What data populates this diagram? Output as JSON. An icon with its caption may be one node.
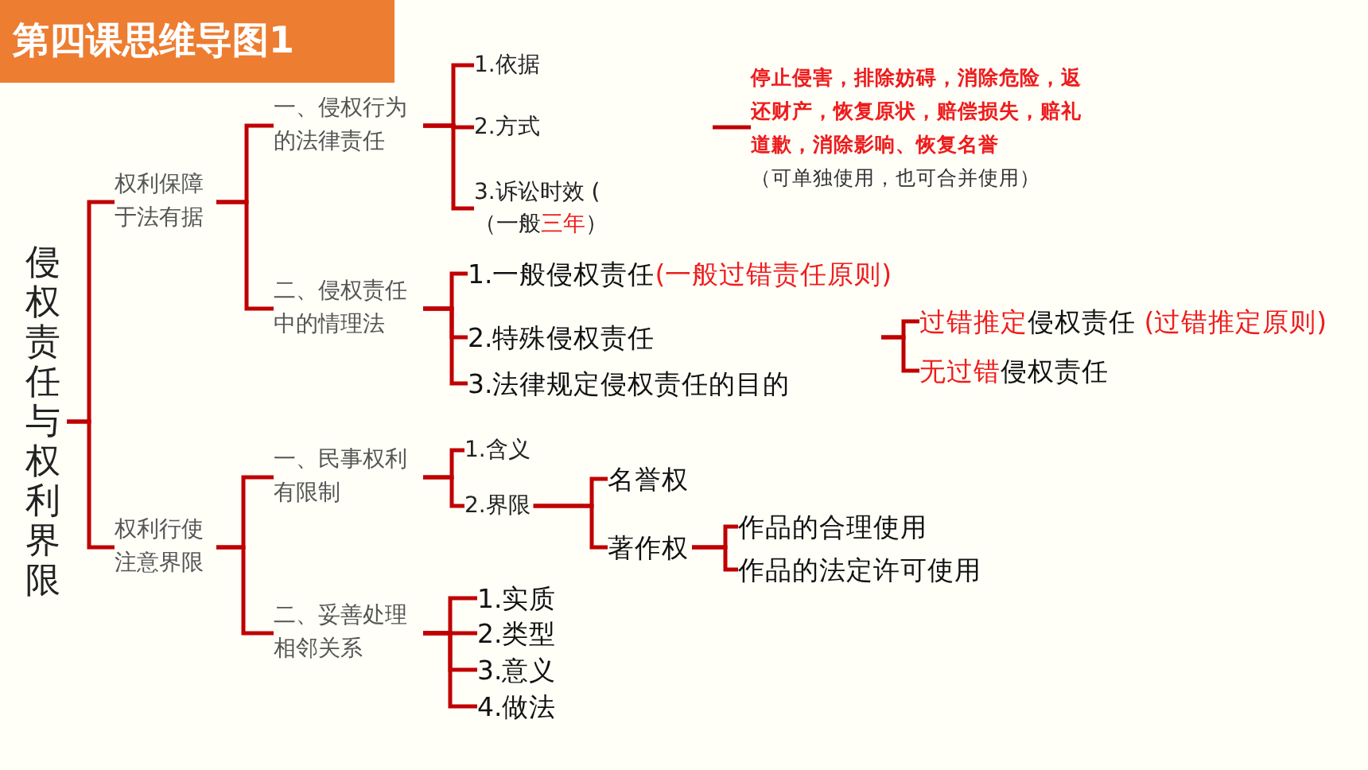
{
  "diagram": {
    "title": "第四课思维导图1",
    "nodes": [
      {
        "text": [
          "侵权责任与权利界限"
        ]
      },
      {
        "text": [
          "权利保障于法有据"
        ]
      },
      {
        "text": [
          "一、侵权行为的法律责任"
        ]
      },
      {
        "text": [
          "1.依据"
        ]
      },
      {
        "text": [
          "2.方式"
        ]
      },
      {
        "text": [
          "3.诉讼时效 ( （一般**三年**）"
        ]
      },
      {
        "text": [
          "停止侵害，排除妨碍，消除危险，返还财产，恢复原状，赔偿损失，赔礼道歉，消除影响、恢复名誉",
          "（可单独使用，也可合并使用）"
        ]
      },
      {
        "text": [
          "二、侵权责任中的情理法"
        ]
      },
      {
        "text": [
          "1.一般侵权责任**(一般过错责任原则)**"
        ]
      },
      {
        "text": [
          "2.特殊侵权责任"
        ]
      },
      {
        "text": [
          "3.法律规定侵权责任的目的"
        ]
      },
      {
        "text": [
          "**过错推定**侵权责任 **(过错推定原则)**"
        ]
      },
      {
        "text": [
          "**无过错**侵权责任"
        ]
      },
      {
        "text": [
          "权利行使注意界限"
        ]
      },
      {
        "text": [
          "一、民事权利有限制"
        ]
      },
      {
        "text": [
          "1.含义"
        ]
      },
      {
        "text": [
          "2.界限"
        ]
      },
      {
        "text": [
          "名誉权"
        ]
      },
      {
        "text": [
          "著作权"
        ]
      },
      {
        "text": [
          "作品的合理使用"
        ]
      },
      {
        "text": [
          "作品的法定许可使用"
        ]
      },
      {
        "text": [
          "二、妥善处理相邻关系"
        ]
      },
      {
        "text": [
          "1.实质"
        ]
      },
      {
        "text": [
          "2.类型"
        ]
      },
      {
        "text": [
          "3.意义"
        ]
      },
      {
        "text": [
          "4.做法"
        ]
      }
    ],
    "edges": [
      {
        "from": 0,
        "to": 1,
        "arrow": "none"
      },
      {
        "from": 0,
        "to": 13,
        "arrow": "none"
      },
      {
        "from": 1,
        "to": 2,
        "arrow": "none"
      },
      {
        "from": 1,
        "to": 7,
        "arrow": "none"
      },
      {
        "from": 2,
        "to": 3,
        "arrow": "none"
      },
      {
        "from": 2,
        "to": 4,
        "arrow": "none"
      },
      {
        "from": 2,
        "to": 5,
        "arrow": "none"
      },
      {
        "from": null,
        "to": 6,
        "arrow": "none"
      },
      {
        "from": 7,
        "to": 8,
        "arrow": "none"
      },
      {
        "from": 7,
        "to": 9,
        "arrow": "none"
      },
      {
        "from": 7,
        "to": 10,
        "arrow": "none"
      },
      {
        "from": null,
        "to": 11,
        "arrow": "none"
      },
      {
        "from": null,
        "to": 12,
        "arrow": "none"
      },
      {
        "from": 13,
        "to": 14,
        "arrow": "none"
      },
      {
        "from": 13,
        "to": 21,
        "arrow": "none"
      },
      {
        "from": 14,
        "to": 15,
        "arrow": "none"
      },
      {
        "from": 14,
        "to": 16,
        "arrow": "none"
      },
      {
        "from": 16,
        "to": 17,
        "arrow": "none"
      },
      {
        "from": 16,
        "to": 18,
        "arrow": "none"
      },
      {
        "from": 18,
        "to": 19,
        "arrow": "none"
      },
      {
        "from": 18,
        "to": 20,
        "arrow": "none"
      },
      {
        "from": 21,
        "to": 22,
        "arrow": "none"
      },
      {
        "from": 21,
        "to": 23,
        "arrow": "none"
      },
      {
        "from": 21,
        "to": 24,
        "arrow": "none"
      },
      {
        "from": 21,
        "to": 25,
        "arrow": "none"
      }
    ]
  }
}
